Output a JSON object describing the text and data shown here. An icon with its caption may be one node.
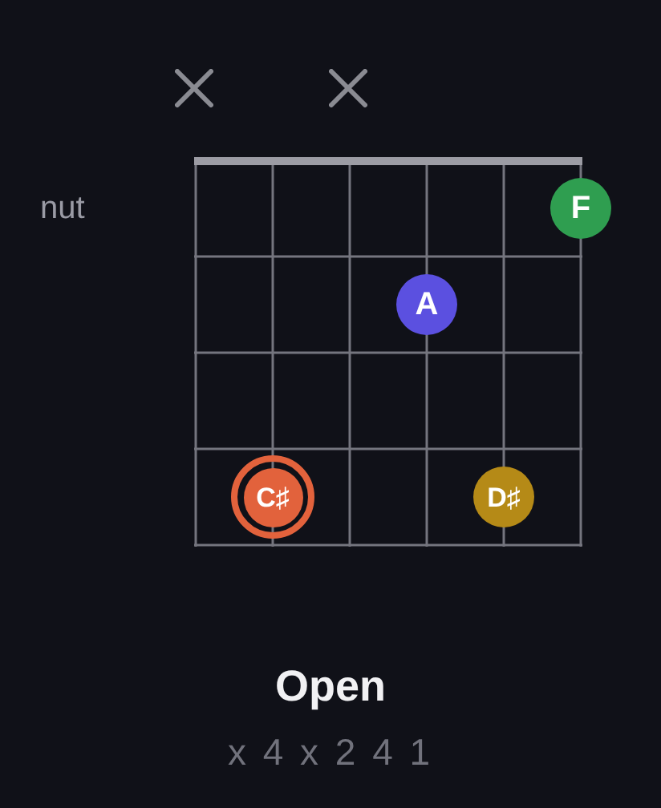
{
  "diagram": {
    "title": "Open",
    "nodes": [
      {
        "text": [
          "F"
        ]
      },
      {
        "text": [
          "A"
        ]
      },
      {
        "text": [
          "C♯"
        ]
      },
      {
        "text": [
          "D♯"
        ]
      }
    ],
    "labels": [
      "nut",
      "x 4 x 2 4 1"
    ]
  }
}
